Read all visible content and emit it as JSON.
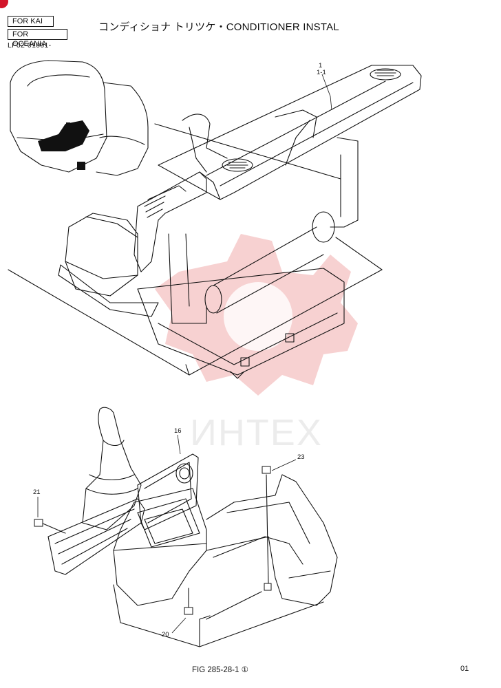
{
  "header": {
    "tag_kai": "FOR KAI",
    "tag_oceania": "FOR OCEANIA",
    "serial_code": "LF02-01001-",
    "title": "コンディショナ トリツケ・CONDITIONER INSTAL"
  },
  "callouts": {
    "part_1": "1",
    "part_1_1": "1-1",
    "part_16": "16",
    "part_21": "21",
    "part_23": "23",
    "part_20": "20"
  },
  "watermark": {
    "text": "ИНТЕХ",
    "color": "#f4b6b6"
  },
  "footer": {
    "figure": "FIG 285-28-1 ①",
    "page": "01"
  },
  "colors": {
    "line": "#111111",
    "accent": "#d3152a"
  }
}
